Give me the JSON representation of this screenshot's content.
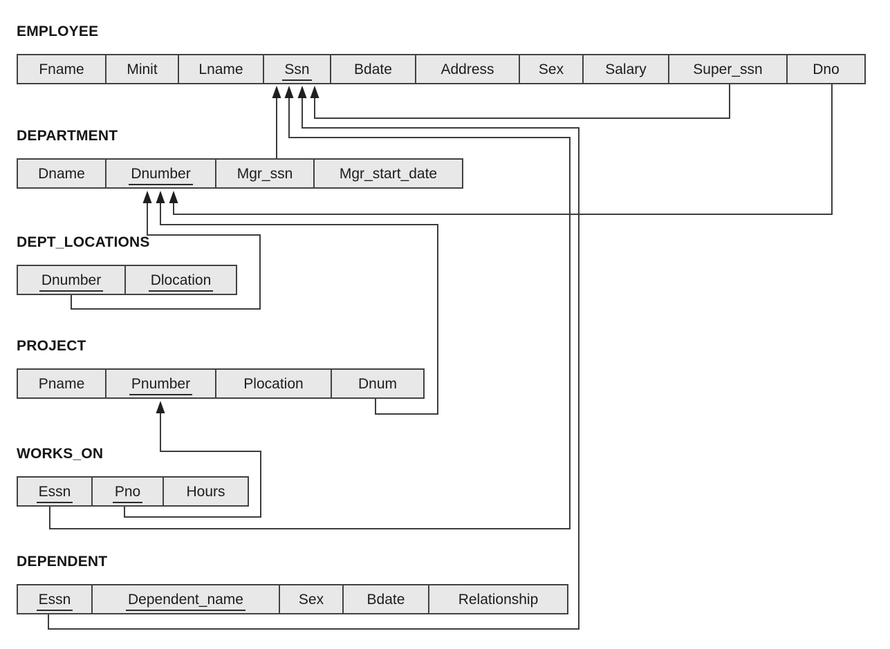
{
  "colors": {
    "background": "#ffffff",
    "cell_fill": "#e8e8e8",
    "cell_border": "#424242",
    "connector_line": "#3c3c3c",
    "arrowhead": "#1f1f1f",
    "text": "#1c1c1c"
  },
  "tables": [
    {
      "name": "EMPLOYEE",
      "attributes": [
        {
          "label": "Fname",
          "underlined": false
        },
        {
          "label": "Minit",
          "underlined": false
        },
        {
          "label": "Lname",
          "underlined": false
        },
        {
          "label": "Ssn",
          "underlined": true
        },
        {
          "label": "Bdate",
          "underlined": false
        },
        {
          "label": "Address",
          "underlined": false
        },
        {
          "label": "Sex",
          "underlined": false
        },
        {
          "label": "Salary",
          "underlined": false
        },
        {
          "label": "Super_ssn",
          "underlined": false
        },
        {
          "label": "Dno",
          "underlined": false
        }
      ]
    },
    {
      "name": "DEPARTMENT",
      "attributes": [
        {
          "label": "Dname",
          "underlined": false
        },
        {
          "label": "Dnumber",
          "underlined": true
        },
        {
          "label": "Mgr_ssn",
          "underlined": false
        },
        {
          "label": "Mgr_start_date",
          "underlined": false
        }
      ]
    },
    {
      "name": "DEPT_LOCATIONS",
      "attributes": [
        {
          "label": "Dnumber",
          "underlined": true
        },
        {
          "label": "Dlocation",
          "underlined": true
        }
      ]
    },
    {
      "name": "PROJECT",
      "attributes": [
        {
          "label": "Pname",
          "underlined": false
        },
        {
          "label": "Pnumber",
          "underlined": true
        },
        {
          "label": "Plocation",
          "underlined": false
        },
        {
          "label": "Dnum",
          "underlined": false
        }
      ]
    },
    {
      "name": "WORKS_ON",
      "attributes": [
        {
          "label": "Essn",
          "underlined": true
        },
        {
          "label": "Pno",
          "underlined": true
        },
        {
          "label": "Hours",
          "underlined": false
        }
      ]
    },
    {
      "name": "DEPENDENT",
      "attributes": [
        {
          "label": "Essn",
          "underlined": true
        },
        {
          "label": "Dependent_name",
          "underlined": true
        },
        {
          "label": "Sex",
          "underlined": false
        },
        {
          "label": "Bdate",
          "underlined": false
        },
        {
          "label": "Relationship",
          "underlined": false
        }
      ]
    }
  ],
  "foreign_keys": [
    {
      "from_table": "DEPARTMENT",
      "from_attribute": "Mgr_ssn",
      "to_table": "EMPLOYEE",
      "to_attribute": "Ssn"
    },
    {
      "from_table": "WORKS_ON",
      "from_attribute": "Essn",
      "to_table": "EMPLOYEE",
      "to_attribute": "Ssn"
    },
    {
      "from_table": "DEPENDENT",
      "from_attribute": "Essn",
      "to_table": "EMPLOYEE",
      "to_attribute": "Ssn"
    },
    {
      "from_table": "EMPLOYEE",
      "from_attribute": "Super_ssn",
      "to_table": "EMPLOYEE",
      "to_attribute": "Ssn"
    },
    {
      "from_table": "DEPT_LOCATIONS",
      "from_attribute": "Dnumber",
      "to_table": "DEPARTMENT",
      "to_attribute": "Dnumber"
    },
    {
      "from_table": "PROJECT",
      "from_attribute": "Dnum",
      "to_table": "DEPARTMENT",
      "to_attribute": "Dnumber"
    },
    {
      "from_table": "EMPLOYEE",
      "from_attribute": "Dno",
      "to_table": "DEPARTMENT",
      "to_attribute": "Dnumber"
    },
    {
      "from_table": "WORKS_ON",
      "from_attribute": "Pno",
      "to_table": "PROJECT",
      "to_attribute": "Pnumber"
    }
  ]
}
